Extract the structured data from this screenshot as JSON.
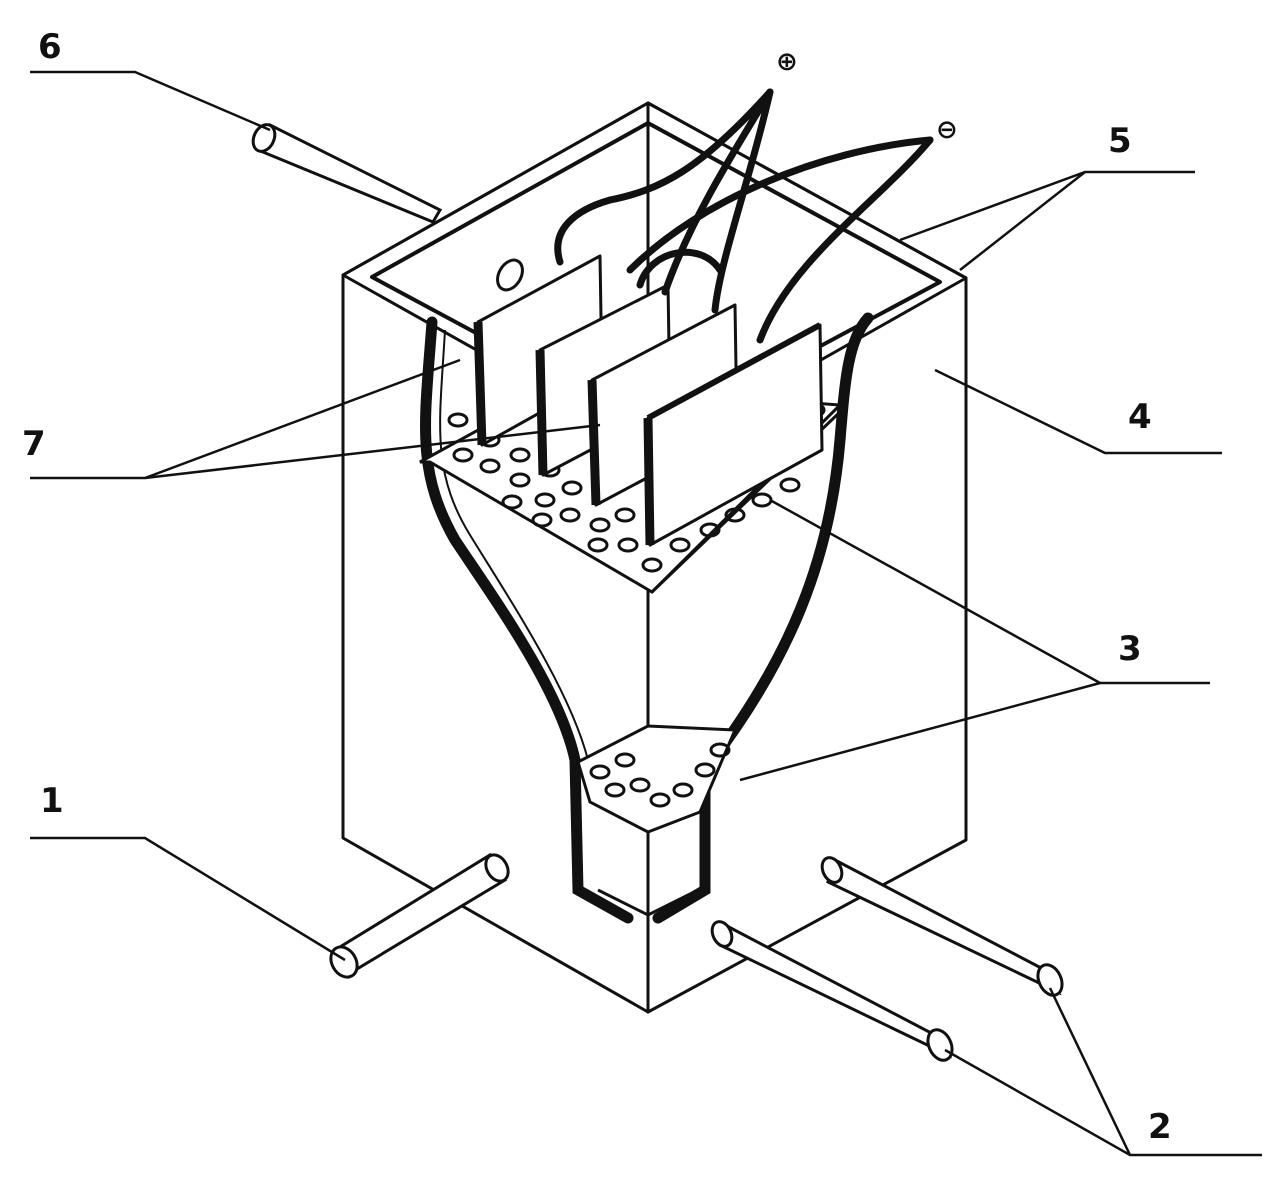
{
  "labels": {
    "l1": "1",
    "l2": "2",
    "l3": "3",
    "l4": "4",
    "l5": "5",
    "l6": "6",
    "l7": "7",
    "plus": "⊕",
    "minus": "⊖"
  },
  "colors": {
    "ink": "#111111",
    "paper": "#ffffff"
  }
}
